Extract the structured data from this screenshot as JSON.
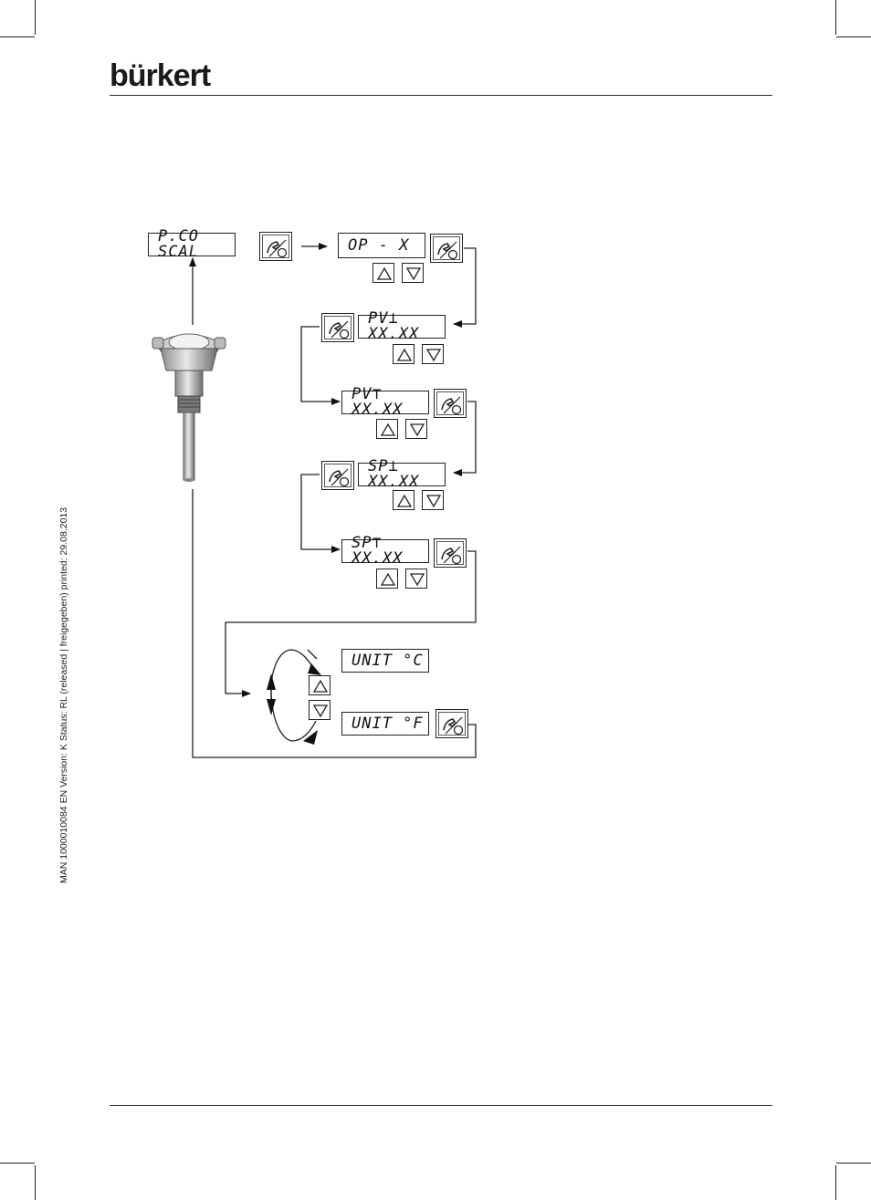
{
  "header": {
    "brand": "bürkert"
  },
  "sidebar": {
    "meta": "MAN  1000010084  EN  Version: K  Status: RL (released | freigegeben)  printed: 29.08.2013"
  },
  "diagram": {
    "displays": {
      "pco_scal": "P.CO SCAL",
      "op_x": "OP  - X",
      "pv_low": "PV⊥ XX.XX",
      "pv_high": "PV⊤ XX.XX",
      "sp_low": "SP⊥ XX.XX",
      "sp_high": "SP⊤ XX.XX",
      "unit_c": "UNIT   °C",
      "unit_f": "UNIT   °F"
    },
    "icons": {
      "enter_key": "enter-hand-key-icon",
      "up_key": "up-arrow-key-icon",
      "down_key": "down-arrow-key-icon",
      "device": "thermometer-device-icon"
    }
  }
}
